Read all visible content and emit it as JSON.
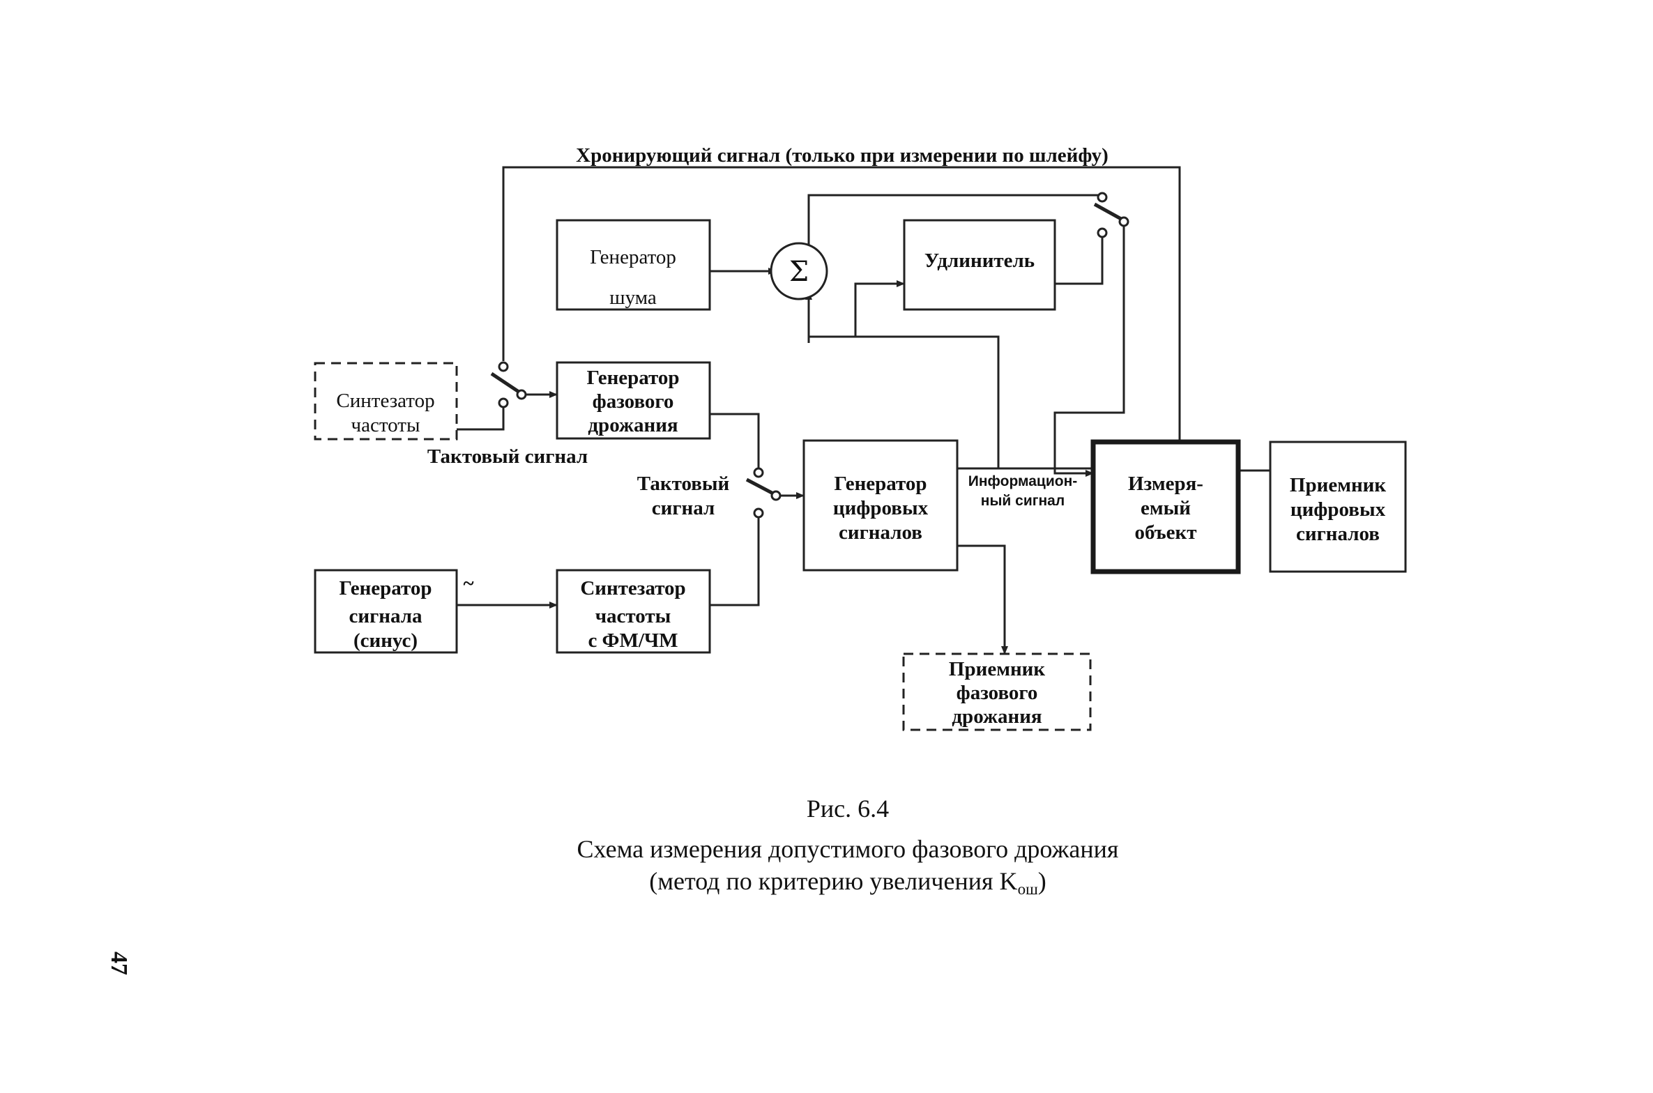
{
  "diagram": {
    "top_label": "Хронирующий сигнал (только при измерении по шлейфу)",
    "blocks": {
      "noise_gen": [
        "Генератор",
        "шума"
      ],
      "sum": "Σ",
      "extender": "Удлинитель",
      "synth": [
        "Синтезатор",
        "частоты"
      ],
      "jitter_gen": [
        "Генератор",
        "фазового",
        "дрожания"
      ],
      "digital_gen": [
        "Генератор",
        "цифровых",
        "сигналов"
      ],
      "dut": [
        "Измеря-",
        "емый",
        "объект"
      ],
      "digital_rx": [
        "Приемник",
        "цифровых",
        "сигналов"
      ],
      "signal_gen": [
        "Генератор",
        "сигнала",
        "(синус)"
      ],
      "synth_fm": [
        "Синтезатор",
        "частоты",
        "с ФМ/ЧМ"
      ],
      "jitter_rx": [
        "Приемник",
        "фазового",
        "дрожания"
      ]
    },
    "labels": {
      "clock_1": "Тактовый сигнал",
      "clock_2": [
        "Тактовый",
        "сигнал"
      ],
      "info_signal": [
        "Информацион-",
        "ный сигнал"
      ],
      "sine": "~"
    }
  },
  "caption": {
    "figure": "Рис. 6.4",
    "line1": "Схема измерения допустимого фазового дрожания",
    "line2_main": "(метод по критерию увеличения K",
    "line2_sub": "ош",
    "line2_end": ")"
  },
  "page_number": "47"
}
